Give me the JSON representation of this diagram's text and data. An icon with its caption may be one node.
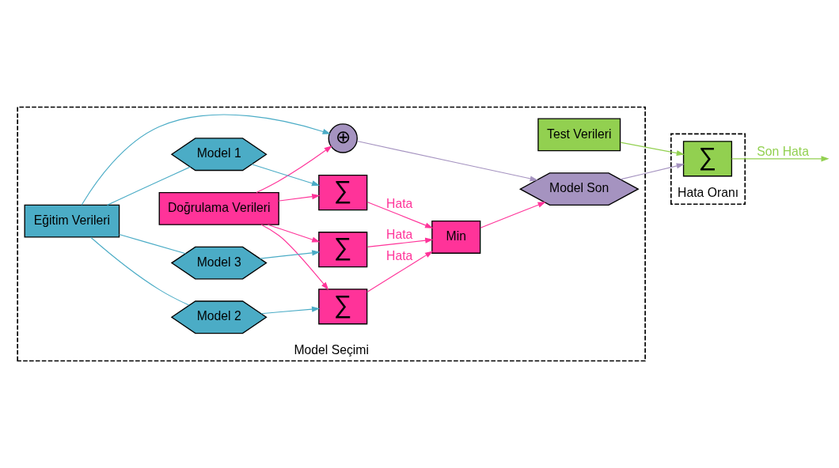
{
  "diagram": {
    "nodes": [
      {
        "text": [
          "Model Seçimi"
        ]
      },
      {
        "text": [
          "Hata Oranı"
        ]
      },
      {
        "text": [
          "Test Verileri"
        ],
        "in": 0
      },
      {
        "text": [
          "Doğrulama Verileri"
        ],
        "in": 0
      },
      {
        "text": [
          "Eğitim Verileri"
        ],
        "in": 0
      },
      {
        "text": [
          "Model 1"
        ],
        "in": 0
      },
      {
        "text": [
          "Model 2"
        ],
        "in": 0
      },
      {
        "text": [
          "Model 3"
        ],
        "in": 0
      },
      {
        "text": [
          "∑"
        ],
        "in": 0
      },
      {
        "text": [
          "∑"
        ],
        "in": 0
      },
      {
        "text": [
          "∑"
        ],
        "in": 0
      },
      {
        "text": [
          "Min"
        ],
        "in": 0
      },
      {
        "text": [
          "⊕"
        ],
        "in": 0
      },
      {
        "text": [
          "Model Son"
        ],
        "in": 0
      },
      {
        "text": [
          "∑"
        ],
        "in": 1
      }
    ],
    "edges": [
      {
        "from": 2,
        "to": 14,
        "arrow": "to",
        "color": "#92d050"
      },
      {
        "from": 3,
        "to": 8,
        "arrow": "to",
        "color": "#ff3399"
      },
      {
        "from": 3,
        "to": 9,
        "arrow": "to",
        "color": "#ff3399"
      },
      {
        "from": 3,
        "to": 10,
        "arrow": "to",
        "color": "#ff3399"
      },
      {
        "from": 3,
        "to": 12,
        "arrow": "to",
        "color": "#ff3399"
      },
      {
        "from": 4,
        "to": 5,
        "arrow": "none",
        "color": "#4bacc6"
      },
      {
        "from": 4,
        "to": 6,
        "arrow": "none",
        "color": "#4bacc6"
      },
      {
        "from": 4,
        "to": 7,
        "arrow": "none",
        "color": "#4bacc6"
      },
      {
        "from": 4,
        "to": 12,
        "arrow": "to",
        "color": "#4bacc6"
      },
      {
        "from": 5,
        "to": 8,
        "arrow": "to",
        "color": "#4bacc6"
      },
      {
        "from": 6,
        "to": 9,
        "arrow": "to",
        "color": "#4bacc6"
      },
      {
        "from": 7,
        "to": 10,
        "arrow": "to",
        "color": "#4bacc6"
      },
      {
        "from": 8,
        "to": 11,
        "arrow": "to",
        "label": "Hata",
        "color": "#ff3399"
      },
      {
        "from": 9,
        "to": 11,
        "arrow": "to",
        "label": "Hata",
        "color": "#ff3399"
      },
      {
        "from": 10,
        "to": 11,
        "arrow": "to",
        "label": "Hata",
        "color": "#ff3399"
      },
      {
        "from": 11,
        "to": 13,
        "arrow": "to",
        "color": "#ff3399"
      },
      {
        "from": 12,
        "to": 13,
        "arrow": "to",
        "color": "#a593c0"
      },
      {
        "from": 13,
        "to": 14,
        "arrow": "to",
        "color": "#a593c0"
      },
      {
        "from": 14,
        "to": null,
        "arrow": "to",
        "label": "Son Hata",
        "color": "#92d050"
      }
    ]
  }
}
